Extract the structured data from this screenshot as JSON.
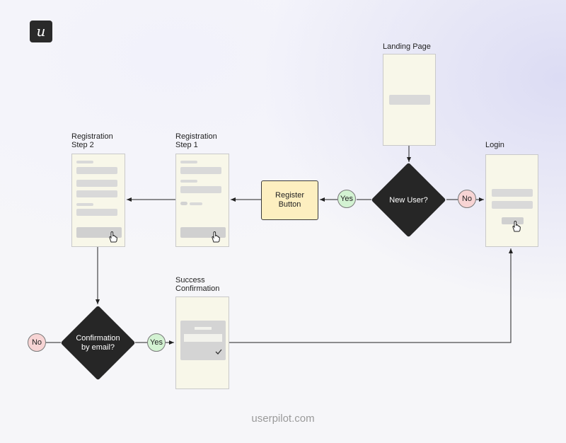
{
  "logo": {
    "glyph": "u"
  },
  "nodes": {
    "landing_page": "Landing Page",
    "login": "Login",
    "registration_step1": "Registration\nStep 1",
    "registration_step2": "Registration\nStep 2",
    "success_confirmation": "Success\nConfirmation",
    "register_button": "Register\nButton",
    "new_user_decision": "New User?",
    "confirmation_decision": "Confirmation\nby email?"
  },
  "branches": {
    "yes_new_user": "Yes",
    "no_new_user": "No",
    "yes_confirmation": "Yes",
    "no_confirmation": "No"
  },
  "footer": {
    "brand": "userpilot.com"
  },
  "colors": {
    "decision": "#262626",
    "button_fill": "#fdefc0",
    "yes_fill": "#d3f2d2",
    "no_fill": "#f7d4d4",
    "screen_fill": "#f8f7e9"
  }
}
